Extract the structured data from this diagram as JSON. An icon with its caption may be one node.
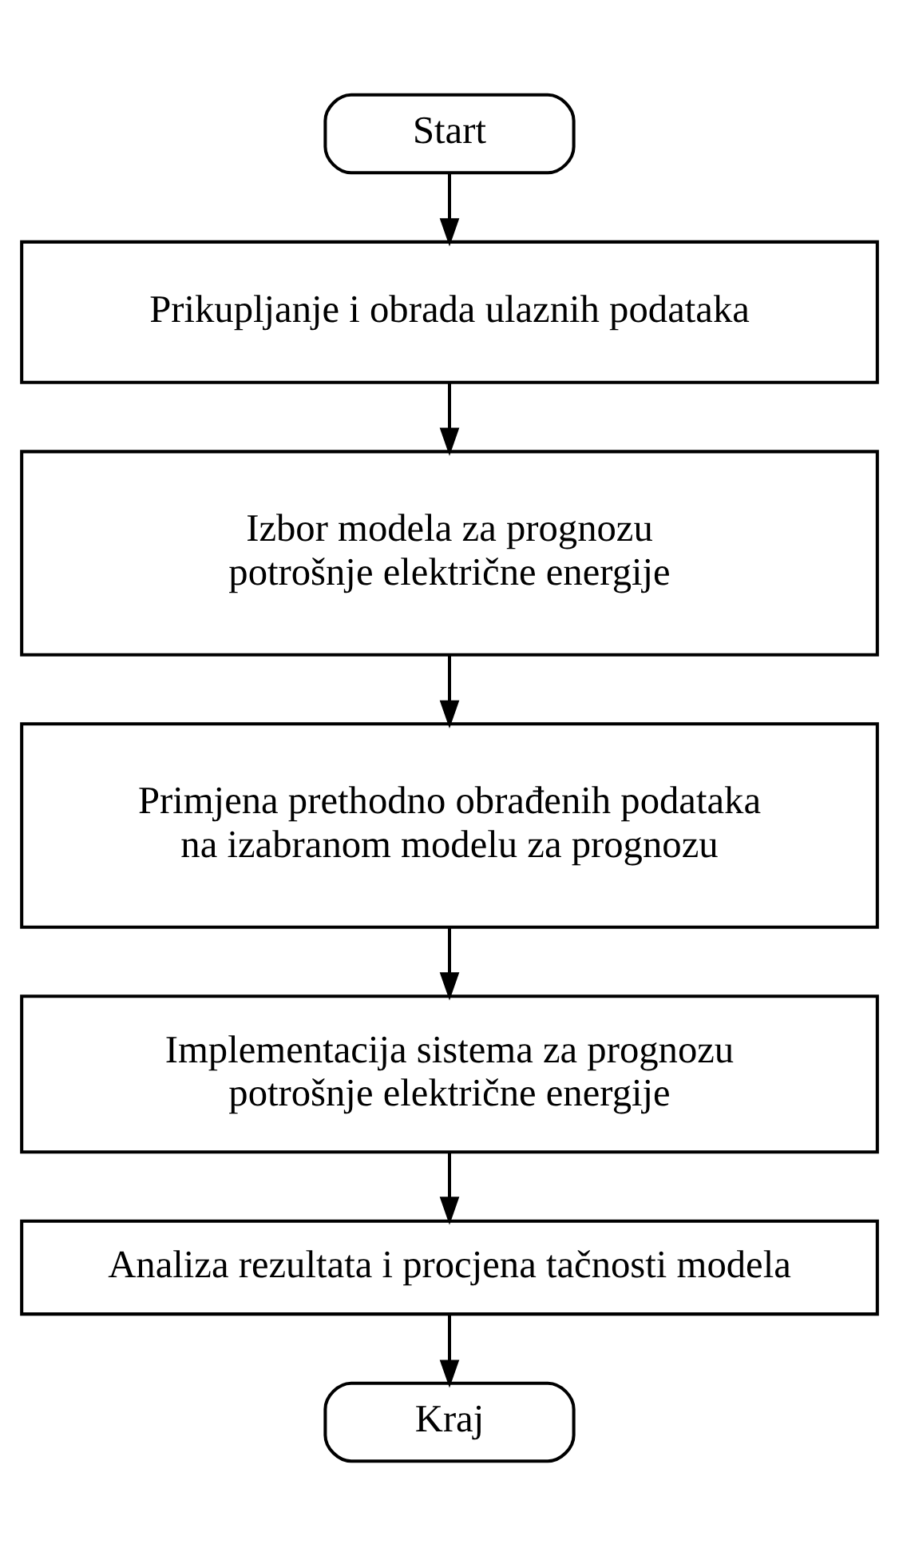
{
  "diagram": {
    "nodes": [
      {
        "text": [
          "Start"
        ]
      },
      {
        "text": [
          "Prikupljanje i obrada ulaznih podataka"
        ]
      },
      {
        "text": [
          "Izbor modela za prognozu potrošnje električne energije"
        ]
      },
      {
        "text": [
          "Primjena prethodno obrađenih podataka na izabranom modelu za prognozu"
        ]
      },
      {
        "text": [
          "Implementacija sistema za prognozu potrošnje električne energije"
        ]
      },
      {
        "text": [
          "Analiza rezultata i procjena tačnosti modela"
        ]
      },
      {
        "text": [
          "Kraj"
        ]
      }
    ],
    "edges": [
      {
        "from": 0,
        "to": 1,
        "arrow": "to"
      },
      {
        "from": 1,
        "to": 2,
        "arrow": "to"
      },
      {
        "from": 2,
        "to": 3,
        "arrow": "to"
      },
      {
        "from": 3,
        "to": 4,
        "arrow": "to"
      },
      {
        "from": 4,
        "to": 5,
        "arrow": "to"
      },
      {
        "from": 5,
        "to": 6,
        "arrow": "to"
      }
    ]
  }
}
